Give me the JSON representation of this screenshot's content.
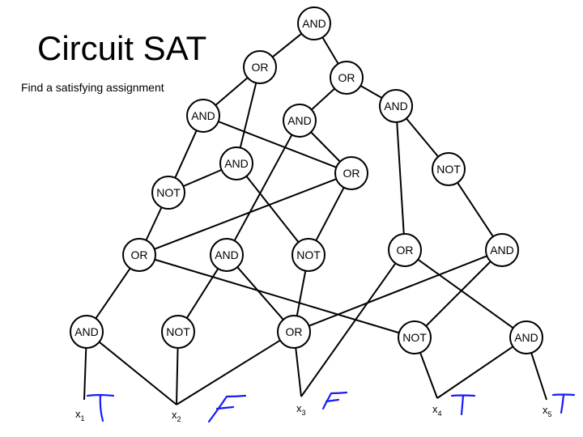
{
  "title": "Circuit SAT",
  "subtitle": "Find a satisfying assignment",
  "gates": [
    {
      "id": "g1",
      "label": "AND"
    },
    {
      "id": "g2",
      "label": "OR"
    },
    {
      "id": "g3",
      "label": "OR"
    },
    {
      "id": "g4",
      "label": "AND"
    },
    {
      "id": "g5",
      "label": "AND"
    },
    {
      "id": "g6",
      "label": "AND"
    },
    {
      "id": "g7",
      "label": "AND"
    },
    {
      "id": "g8",
      "label": "OR"
    },
    {
      "id": "g9",
      "label": "NOT"
    },
    {
      "id": "g10",
      "label": "NOT"
    },
    {
      "id": "g11",
      "label": "OR"
    },
    {
      "id": "g12",
      "label": "AND"
    },
    {
      "id": "g13",
      "label": "NOT"
    },
    {
      "id": "g14",
      "label": "OR"
    },
    {
      "id": "g15",
      "label": "AND"
    },
    {
      "id": "g16",
      "label": "AND"
    },
    {
      "id": "g17",
      "label": "NOT"
    },
    {
      "id": "g18",
      "label": "OR"
    },
    {
      "id": "g19",
      "label": "NOT"
    },
    {
      "id": "g20",
      "label": "AND"
    }
  ],
  "inputs": [
    {
      "id": "x1",
      "name": "x",
      "sub": "1",
      "value": "T"
    },
    {
      "id": "x2",
      "name": "x",
      "sub": "2",
      "value": "F"
    },
    {
      "id": "x3",
      "name": "x",
      "sub": "3",
      "value": "F"
    },
    {
      "id": "x4",
      "name": "x",
      "sub": "4",
      "value": "T"
    },
    {
      "id": "x5",
      "name": "x",
      "sub": "5",
      "value": "T"
    }
  ],
  "edges": [
    [
      "g1",
      "g2"
    ],
    [
      "g1",
      "g3"
    ],
    [
      "g2",
      "g5"
    ],
    [
      "g2",
      "g7"
    ],
    [
      "g3",
      "g6"
    ],
    [
      "g3",
      "g4"
    ],
    [
      "g5",
      "g9"
    ],
    [
      "g5",
      "g8"
    ],
    [
      "g7",
      "g9"
    ],
    [
      "g7",
      "g13"
    ],
    [
      "g6",
      "g8"
    ],
    [
      "g6",
      "g12"
    ],
    [
      "g4",
      "g14"
    ],
    [
      "g4",
      "g10"
    ],
    [
      "g9",
      "g11"
    ],
    [
      "g8",
      "g11"
    ],
    [
      "g8",
      "g13"
    ],
    [
      "g10",
      "g16"
    ],
    [
      "g11",
      "g15"
    ],
    [
      "g11",
      "g19"
    ],
    [
      "g12",
      "g17"
    ],
    [
      "g12",
      "g18"
    ],
    [
      "g13",
      "g18"
    ],
    [
      "g14",
      "g20"
    ],
    [
      "g14",
      "x3"
    ],
    [
      "g16",
      "g18"
    ],
    [
      "g16",
      "g19"
    ],
    [
      "g15",
      "x1"
    ],
    [
      "g15",
      "x2"
    ],
    [
      "g17",
      "x2"
    ],
    [
      "g18",
      "x2"
    ],
    [
      "g18",
      "x3"
    ],
    [
      "g19",
      "x4"
    ],
    [
      "g20",
      "x4"
    ],
    [
      "g20",
      "x5"
    ]
  ]
}
